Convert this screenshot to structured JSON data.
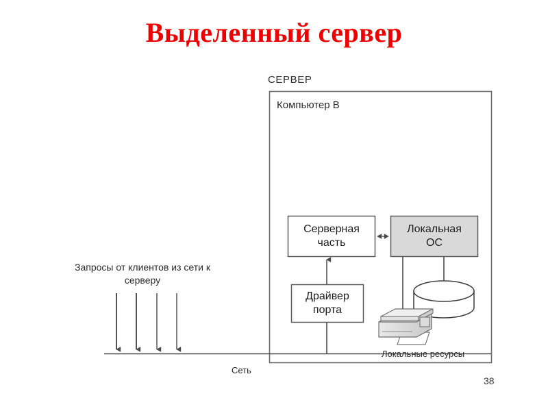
{
  "slide": {
    "title": "Выделенный сервер",
    "title_color": "#ee0000",
    "page_number": "38"
  },
  "diagram": {
    "server_caption": "СЕРВЕР",
    "computer_label": "Компьютер В",
    "boxes": [
      {
        "id": "server-part",
        "label": "Серверная\nчасть",
        "line1": "Серверная",
        "line2": "часть",
        "fill": "#ffffff"
      },
      {
        "id": "local-os",
        "label": "Локальная\nОС",
        "line1": "Локальная",
        "line2": "ОС",
        "fill": "#d9d9d9"
      },
      {
        "id": "port-driver",
        "label": "Драйвер\nпорта",
        "line1": "Драйвер",
        "line2": "порта",
        "fill": "#ffffff"
      }
    ],
    "local_resources_label": "Локальные ресурсы",
    "network_label": "Сеть",
    "requests_label": "Запросы от клиентов из сети к серверу",
    "icons": [
      {
        "name": "printer-icon",
        "label": ""
      },
      {
        "name": "disk-icon",
        "label": ""
      }
    ],
    "arrow_count_requests": 4,
    "line_color": "#444444",
    "box_border_color": "#555555"
  }
}
